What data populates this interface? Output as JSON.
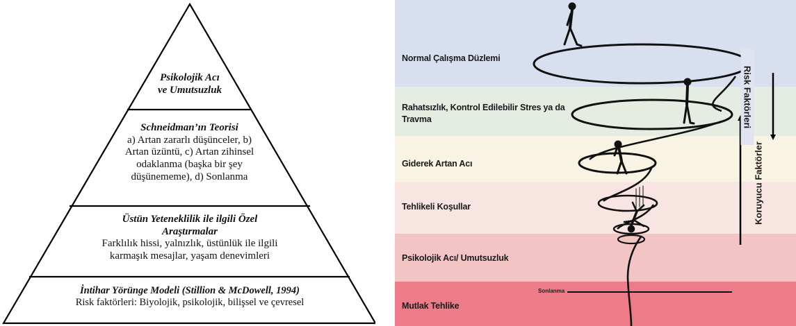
{
  "pyramid": {
    "level1": {
      "title": "Psikolojik Acı",
      "title2": "ve Umutsuzluk"
    },
    "level2": {
      "title": "Schneidman’ın Teorisi",
      "line1": "a) Artan zararlı düşünceler, b)",
      "line2": "Artan üzüntü, c) Artan zihinsel",
      "line3": "odaklanma (başka bir şey",
      "line4": "düşünememe), d) Sonlanma"
    },
    "level3": {
      "title": "Üstün Yeteneklilik ile ilgili Özel",
      "title2": "Araştırmalar",
      "line1": "Farklılık hissi, yalnızlık, üstünlük ile ilgili",
      "line2": "karmaşık mesajlar, yaşam denevimleri"
    },
    "level4": {
      "title": "İntihar Yörünge Modeli (Stillion & McDowell, 1994)",
      "line1": "Risk faktörleri: Biyolojik, psikolojik, bilişsel ve çevresel"
    }
  },
  "spiral": {
    "bands": [
      {
        "label": "Normal Çalışma Düzlemi",
        "color": "#d8e0f0"
      },
      {
        "label": "Rahatsızlık, Kontrol Edilebilir Stres ya da",
        "label2": "Travma",
        "color": "#e5ede3"
      },
      {
        "label": "Giderek Artan Acı",
        "color": "#f8f3e2"
      },
      {
        "label": "Tehlikeli Koşullar",
        "color": "#f8e4e0"
      },
      {
        "label": "Psikolojik Acı/ Umutsuzluk",
        "color": "#f3c4c4"
      },
      {
        "label": "Mutlak Tehlike",
        "color": "#ee7b88"
      }
    ],
    "sonlanma": "Sonlanma",
    "risk_label": "Risk Faktörleri",
    "protective_label": "Koruyucu Faktörler"
  }
}
